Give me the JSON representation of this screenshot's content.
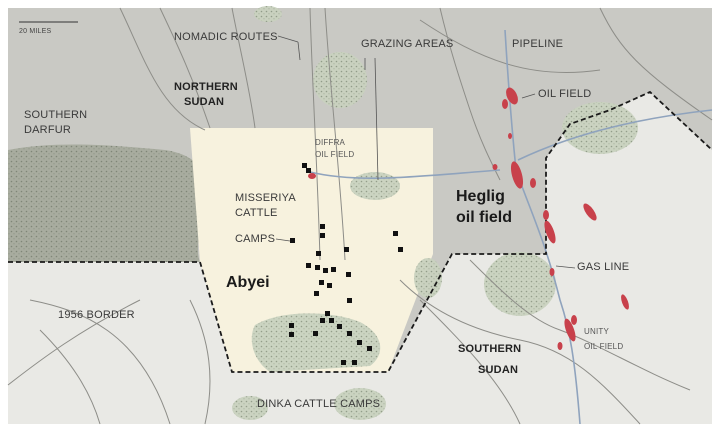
{
  "scale": {
    "label": "20 MILES"
  },
  "labels": {
    "nomadic_routes": "NOMADIC ROUTES",
    "grazing_areas": "GRAZING AREAS",
    "pipeline": "PIPELINE",
    "oil_field": "OIL FIELD",
    "northern_sudan_1": "NORTHERN",
    "northern_sudan_2": "SUDAN",
    "southern_darfur_1": "SOUTHERN",
    "southern_darfur_2": "DARFUR",
    "diffra_1": "DIFFRA",
    "diffra_2": "OIL FIELD",
    "misseriya_1": "MISSERIYA",
    "misseriya_2": "CATTLE",
    "misseriya_3": "CAMPS",
    "heglig_1": "Heglig",
    "heglig_2": "oil field",
    "abyei": "Abyei",
    "gas_line": "GAS LINE",
    "border_1956": "1956 BORDER",
    "unity_1": "UNITY",
    "unity_2": "OIL FIELD",
    "southern_sudan_1": "SOUTHERN",
    "southern_sudan_2": "SUDAN",
    "dinka": "DINKA CATTLE CAMPS"
  },
  "colors": {
    "north_land": "#c9c9c4",
    "south_land": "#e9e9e5",
    "abyei_area": "#f7f2de",
    "darfur": "#a7ab9e",
    "grazing": "#c6cfbb",
    "oil": "#c8414b",
    "route_line": "#8d8d88",
    "pipeline": "#8fa3bd",
    "border": "#1a1a1a"
  }
}
